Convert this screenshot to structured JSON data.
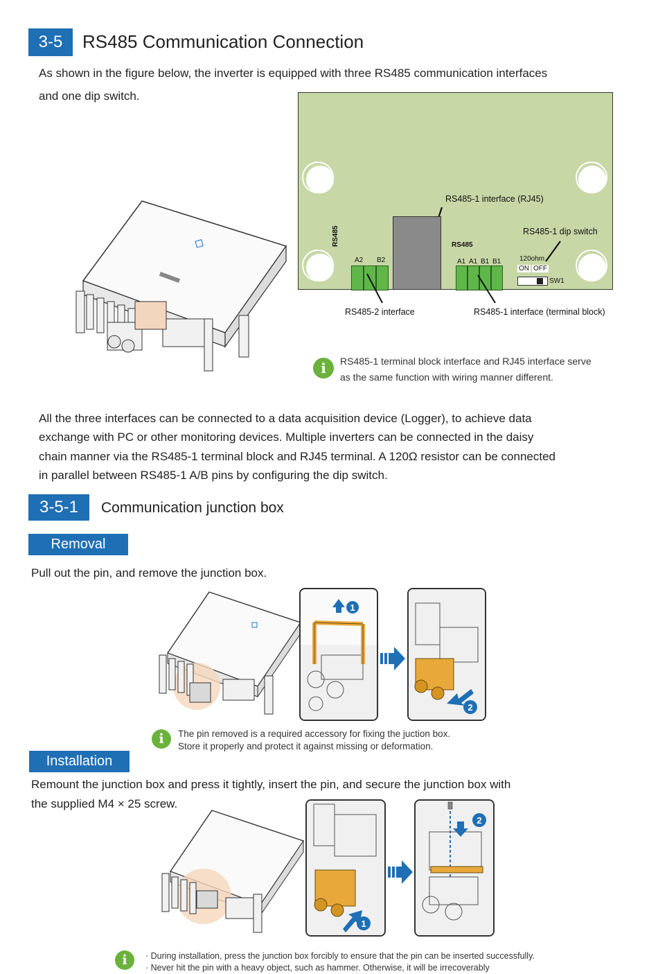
{
  "section": {
    "number": "3-5",
    "title": "RS485 Communication Connection"
  },
  "intro": {
    "line1": "As shown in the figure below, the inverter is equipped with three RS485 communication interfaces",
    "line2": "and one dip switch."
  },
  "board": {
    "rj45_label": "RS485-1 interface (RJ45)",
    "dip_label": "RS485-1 dip switch",
    "rs485_vertical": "RS485",
    "rs485_small": "RS485",
    "pins_left": [
      "A2",
      "B2"
    ],
    "pins_right": [
      "A1",
      "A1",
      "B1",
      "B1"
    ],
    "ohm_label": "120ohm",
    "on_label": "ON",
    "off_label": "OFF",
    "sw_label": "SW1",
    "rs485_2_label": "RS485-2  interface",
    "rs485_1_tb_label": "RS485-1 interface (terminal block)",
    "colors": {
      "board": "#c7d7a6",
      "terminal": "#5fb74a",
      "rj45": "#8a8a8a"
    }
  },
  "note1": {
    "line1": "RS485-1 terminal block interface and RJ45 interface serve",
    "line2": "as the same function with wiring manner different."
  },
  "body": {
    "line1": "All the three interfaces can be connected to a data acquisition device (Logger), to achieve data",
    "line2": "exchange with PC or other monitoring devices. Multiple inverters can be connected in the daisy",
    "line3": "chain manner via the RS485-1 terminal block and RJ45 terminal. A 120Ω resistor can be connected",
    "line4": "in parallel between RS485-1 A/B pins by configuring the dip switch."
  },
  "subsection": {
    "number": "3-5-1",
    "title": "Communication junction box"
  },
  "removal": {
    "pill": "Removal",
    "text": "Pull out the pin, and remove the junction box.",
    "step1": "1",
    "step2": "2",
    "note_line1": "The pin removed is a required accessory for fixing the juction box.",
    "note_line2": "Store it properly and protect it against missing or deformation."
  },
  "installation": {
    "pill": "Installation",
    "text_line1": "Remount the junction box and press it tightly, insert the pin, and secure the junction box with",
    "text_line2": "the supplied M4 × 25 screw.",
    "step1": "1",
    "step2": "2",
    "note_line1": "· During installation, press the junction box forcibly to ensure that the pin can be inserted successfully.",
    "note_line2": "· Never hit the pin with a heavy object, such as hammer. Otherwise, it will be irrecoverably"
  },
  "icons": {
    "info": "info-icon",
    "arrow": "arrow-right-icon"
  },
  "colors": {
    "accent": "#1f6fb5",
    "info": "#6bb23d",
    "highlight": "#e8a93a"
  }
}
